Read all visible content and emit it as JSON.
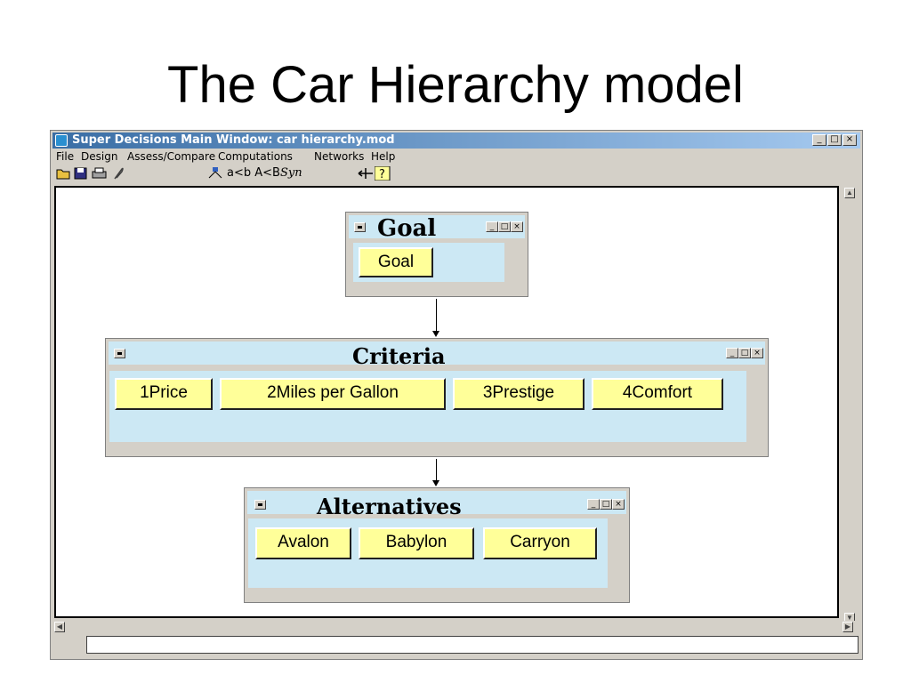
{
  "slide": {
    "title": "The Car Hierarchy model"
  },
  "window": {
    "title": "Super Decisions Main Window: car hierarchy.mod",
    "controls": {
      "minimize": "_",
      "maximize": "□",
      "close": "×"
    },
    "menu": [
      "File",
      "Design",
      "Assess/Compare",
      "Computations",
      "Networks",
      "Help"
    ],
    "toolbar": {
      "open_icon": "folder-open-icon",
      "save_icon": "save-disk-icon",
      "print_icon": "printer-icon",
      "attach_icon": "paperclip-icon",
      "hierarchy_icon": "hierarchy-icon",
      "compare_text": "a<b A<B",
      "syn_text": "Syn",
      "pointer_icon": "crosshair-icon",
      "help_icon": "help-question-icon"
    }
  },
  "clusters": {
    "goal": {
      "name": "Goal",
      "nodes": [
        "Goal"
      ]
    },
    "criteria": {
      "name": "Criteria",
      "nodes": [
        "1Price",
        "2Miles per Gallon",
        "3Prestige",
        "4Comfort"
      ]
    },
    "alternatives": {
      "name": "Alternatives",
      "nodes": [
        "Avalon",
        "Babylon",
        "Carryon"
      ]
    }
  },
  "colors": {
    "cluster_bg": "#cce8f4",
    "node_bg": "#ffff99",
    "titlebar": "#3a6ea5"
  }
}
